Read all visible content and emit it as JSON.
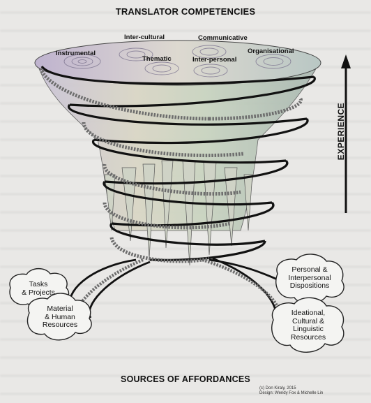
{
  "title": "TRANSLATOR COMPETENCIES",
  "footer_title": "SOURCES OF AFFORDANCES",
  "competencies": {
    "instrumental": "Instrumental",
    "intercultural": "Inter-cultural",
    "thematic": "Thematic",
    "communicative": "Communicative",
    "interpersonal": "Inter-personal",
    "organisational": "Organisational"
  },
  "affordances": {
    "tasks": "Tasks\n& Projects",
    "material": "Material\n& Human\nResources",
    "personal": "Personal &\nInterpersonal\nDispositions",
    "ideational": "Ideational,\nCultural &\nLinguistic\nResources"
  },
  "axis_label": "EXPERIENCE",
  "credits": {
    "line1": "(c) Don Kiraly, 2015",
    "line2": "Design: Wendy Fox & Michelle Lin"
  }
}
